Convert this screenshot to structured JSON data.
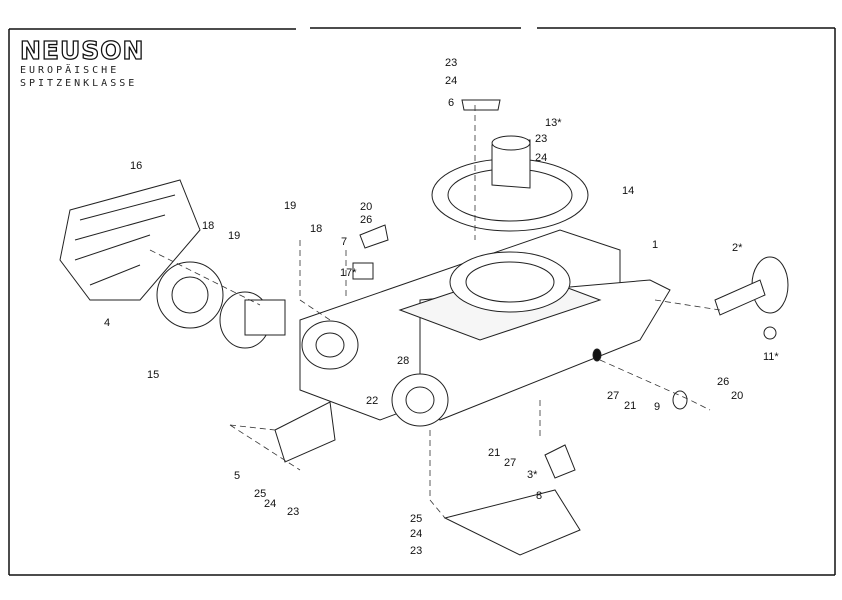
{
  "logo": {
    "brand": "NEUSON",
    "tagline_line1": "EUROPÄISCHE",
    "tagline_line2": "SPITZENKLASSE"
  },
  "callouts": [
    "23",
    "24",
    "6",
    "13*",
    "23",
    "24",
    "14",
    "16",
    "18",
    "19",
    "4",
    "15",
    "19",
    "18",
    "20",
    "26",
    "7",
    "17*",
    "1",
    "2*",
    "11*",
    "28",
    "22",
    "27",
    "21",
    "9",
    "26",
    "20",
    "21",
    "27",
    "3*",
    "5",
    "25",
    "24",
    "23",
    "8",
    "25",
    "24",
    "23"
  ]
}
